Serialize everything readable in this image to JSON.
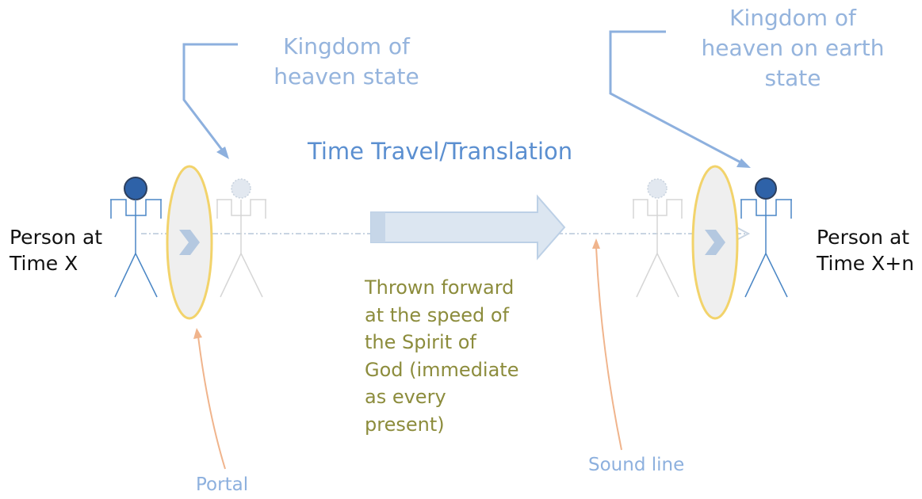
{
  "left_person_label": [
    "Person at",
    "Time X"
  ],
  "right_person_label": [
    "Person at",
    "Time X+n"
  ],
  "kingdom_heaven_state": [
    "Kingdom of",
    "heaven state"
  ],
  "kingdom_heaven_earth_state": [
    "Kingdom of",
    "heaven on earth",
    "state"
  ],
  "title": "Time Travel/Translation",
  "thrown_forward": [
    "Thrown forward",
    "at the speed of",
    "the Spirit of",
    "God (immediate",
    "as every",
    "present)"
  ],
  "portal_label": "Portal",
  "sound_line_label": "Sound line",
  "colors": {
    "figure_stroke": "#4a86c5",
    "head_fill": "#2e62a8",
    "portal_ring": "#f2d36b",
    "portal_fill": "#efefef",
    "arrow_fill": "#dce6f1",
    "arrow_stroke": "#bcd0e6",
    "pointer_blue": "#8db0de",
    "pointer_orange": "#f0b48c",
    "ghost": "#d6d6d6"
  }
}
